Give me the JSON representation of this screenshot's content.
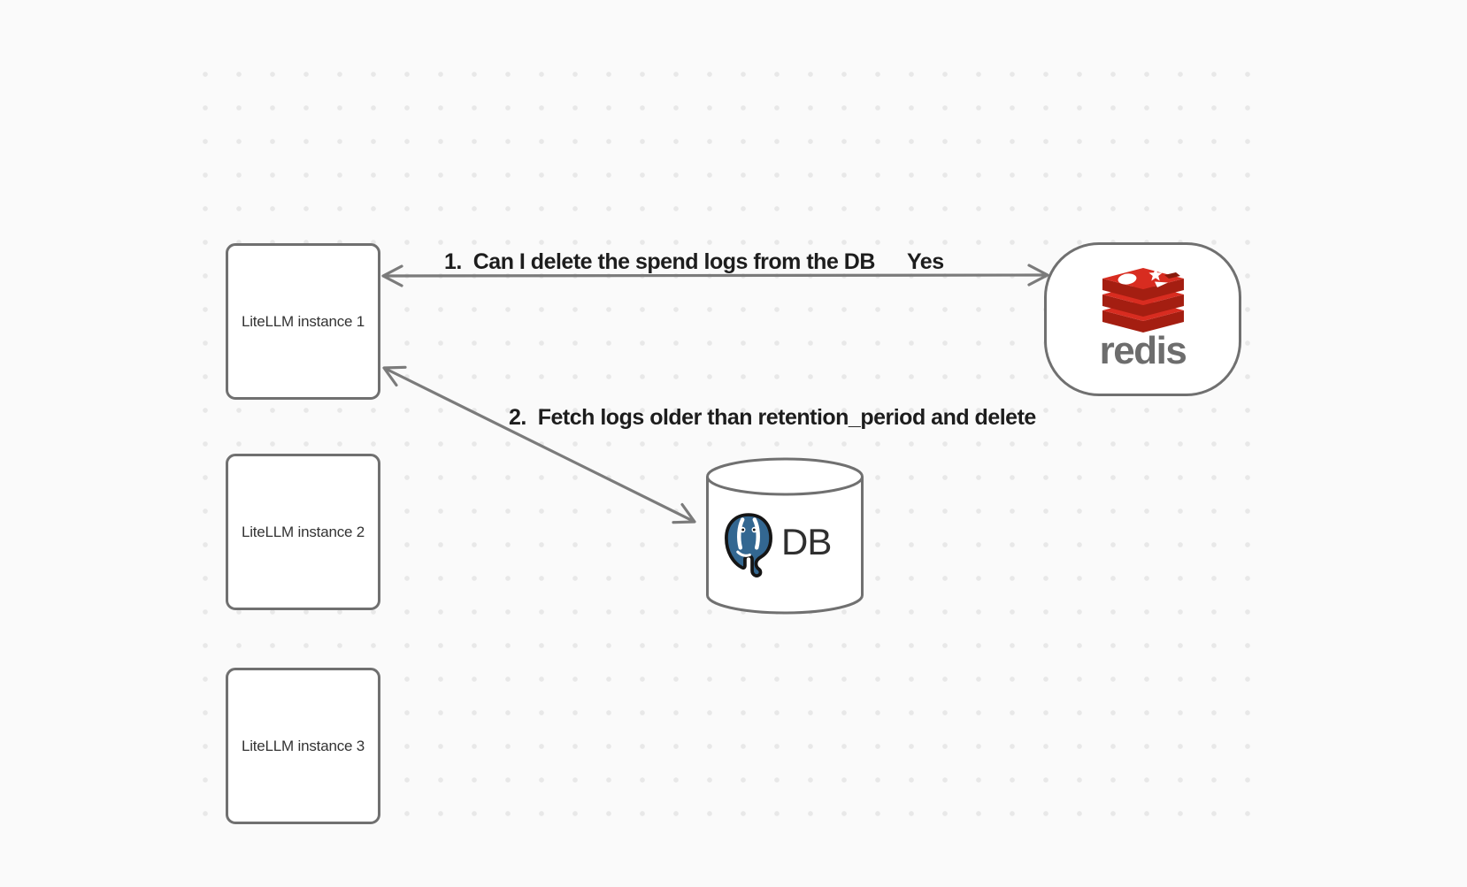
{
  "canvas": {
    "background": "#fafafa",
    "dot_color": "#e8e8e8"
  },
  "nodes": {
    "instances": [
      {
        "label": "LiteLLM instance 1"
      },
      {
        "label": "LiteLLM instance 2"
      },
      {
        "label": "LiteLLM instance 3"
      }
    ],
    "redis": {
      "label": "redis",
      "icon": "redis-cube-icon",
      "brand_red": "#d82c20",
      "brand_dark_red": "#a41e11",
      "wordmark_color": "#6d6d6d"
    },
    "db": {
      "label": "DB",
      "icon": "postgres-elephant-icon",
      "postgres_blue": "#336791"
    }
  },
  "edges": {
    "edge1": {
      "label": "1.  Can I delete the spend logs from the DB",
      "response": "Yes"
    },
    "edge2": {
      "label": "2.  Fetch logs older than retention_period and delete"
    }
  },
  "style": {
    "shape_stroke": "#707070",
    "arrow_stroke": "#7b7b7b",
    "edge_label_color": "#1d1d1d",
    "instance_text_color": "#333333"
  }
}
